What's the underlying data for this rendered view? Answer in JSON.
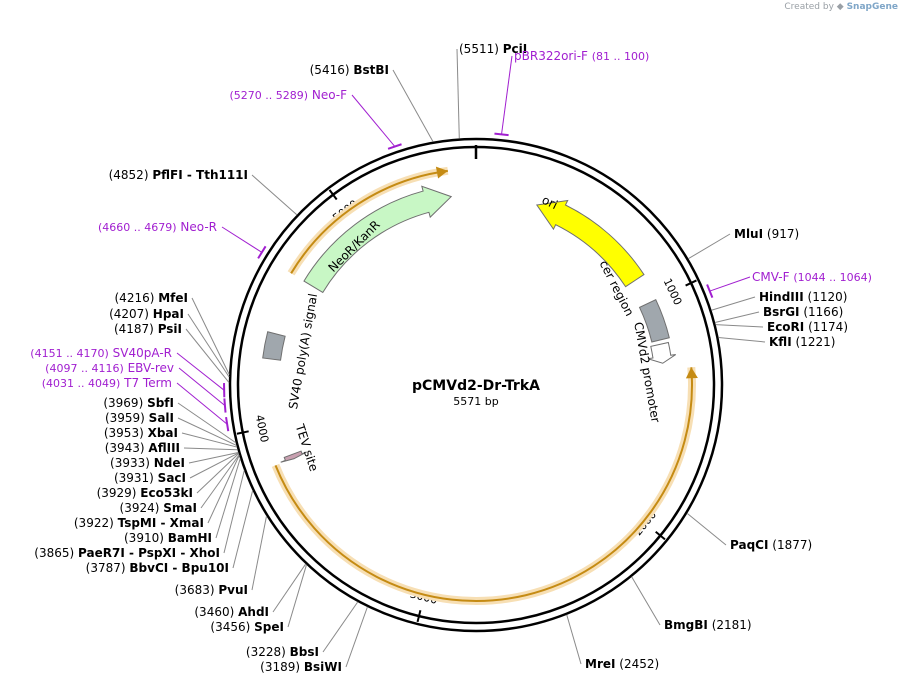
{
  "credit": {
    "prefix": "Created by",
    "brand": "SnapGene"
  },
  "plasmid": {
    "name": "pCMVd2-Dr-TrkA",
    "length_label": "5571 bp",
    "length": 5571
  },
  "ticks": [
    {
      "pos": 1000,
      "label": "1000"
    },
    {
      "pos": 2000,
      "label": "2000"
    },
    {
      "pos": 3000,
      "label": "3000"
    },
    {
      "pos": 4000,
      "label": "4000"
    },
    {
      "pos": 5000,
      "label": "5000"
    }
  ],
  "features": [
    {
      "id": "ori",
      "label": "ori",
      "start": 289,
      "end": 877,
      "dir": -1,
      "color": "#ffff00",
      "kind": "arrow"
    },
    {
      "id": "cer-region",
      "label": "cer region",
      "start": 1000,
      "end": 1180,
      "dir": 0,
      "color": "#a0a7ad",
      "kind": "box"
    },
    {
      "id": "cmvd2-promoter",
      "label": "CMVd2 promoter",
      "start": 1200,
      "end": 1290,
      "dir": 1,
      "color": "#ffffff",
      "kind": "arrow"
    },
    {
      "id": "neor-kanr",
      "label": "NeoR/KanR",
      "start": 4660,
      "end": 5455,
      "dir": 1,
      "color": "#c8f7c5",
      "kind": "arrow"
    },
    {
      "id": "sv40-polya",
      "label": "SV40 poly(A) signal",
      "start": 4290,
      "end": 4400,
      "dir": 0,
      "color": "#a0a7ad",
      "kind": "box"
    },
    {
      "id": "tev-site",
      "label": "TEV site",
      "start": 3837,
      "end": 3858,
      "dir": -1,
      "color": "#c8a0b0",
      "kind": "arrow"
    }
  ],
  "orange_arcs": [
    {
      "start": 1320,
      "end": 3840,
      "dir": -1
    },
    {
      "start": 4660,
      "end": 5455,
      "dir": 1
    }
  ],
  "primers": [
    {
      "label": "pBR322ori-F",
      "range": "(81 .. 100)",
      "pos": 90,
      "anchor": "end"
    },
    {
      "label": "Neo-F",
      "range": "(5270 .. 5289)",
      "pos": 5280,
      "anchor": "start"
    },
    {
      "label": "Neo-R",
      "range": "(4660 .. 4679)",
      "pos": 4670,
      "anchor": "start"
    },
    {
      "label": "CMV-F",
      "range": "(1044 .. 1064)",
      "pos": 1054,
      "anchor": "end"
    },
    {
      "label": "SV40pA-R",
      "range": "(4151 .. 4170)",
      "pos": 4160,
      "anchor": "start"
    },
    {
      "label": "EBV-rev",
      "range": "(4097 .. 4116)",
      "pos": 4106,
      "anchor": "start"
    },
    {
      "label": "T7 Term",
      "range": "(4031 .. 4049)",
      "pos": 4040,
      "anchor": "start"
    }
  ],
  "sites": [
    {
      "name": "PciI",
      "pos_label": "(5511)",
      "pos": 5511,
      "side": "top"
    },
    {
      "name": "BstBI",
      "pos_label": "(5416)",
      "pos": 5416,
      "side": "left"
    },
    {
      "name": "PflFI  - Tth111I",
      "pos_label": "(4852)",
      "pos": 4852,
      "side": "left"
    },
    {
      "name": "MfeI",
      "pos_label": "(4216)",
      "pos": 4216,
      "side": "left"
    },
    {
      "name": "HpaI",
      "pos_label": "(4207)",
      "pos": 4207,
      "side": "left"
    },
    {
      "name": "PsiI",
      "pos_label": "(4187)",
      "pos": 4187,
      "side": "left"
    },
    {
      "name": "SbfI",
      "pos_label": "(3969)",
      "pos": 3969,
      "side": "left"
    },
    {
      "name": "SalI",
      "pos_label": "(3959)",
      "pos": 3959,
      "side": "left"
    },
    {
      "name": "XbaI",
      "pos_label": "(3953)",
      "pos": 3953,
      "side": "left"
    },
    {
      "name": "AflIII",
      "pos_label": "(3943)",
      "pos": 3943,
      "side": "left"
    },
    {
      "name": "NdeI",
      "pos_label": "(3933)",
      "pos": 3933,
      "side": "left"
    },
    {
      "name": "SacI",
      "pos_label": "(3931)",
      "pos": 3931,
      "side": "left"
    },
    {
      "name": "Eco53kI",
      "pos_label": "(3929)",
      "pos": 3929,
      "side": "left"
    },
    {
      "name": "SmaI",
      "pos_label": "(3924)",
      "pos": 3924,
      "side": "left"
    },
    {
      "name": "TspMI  - XmaI",
      "pos_label": "(3922)",
      "pos": 3922,
      "side": "left"
    },
    {
      "name": "BamHI",
      "pos_label": "(3910)",
      "pos": 3910,
      "side": "left"
    },
    {
      "name": "PaeR7I  - PspXI  - XhoI",
      "pos_label": "(3865)",
      "pos": 3865,
      "side": "left"
    },
    {
      "name": "BbvCI  - Bpu10I",
      "pos_label": "(3787)",
      "pos": 3787,
      "side": "left"
    },
    {
      "name": "PvuI",
      "pos_label": "(3683)",
      "pos": 3683,
      "side": "left"
    },
    {
      "name": "AhdI",
      "pos_label": "(3460)",
      "pos": 3460,
      "side": "left"
    },
    {
      "name": "SpeI",
      "pos_label": "(3456)",
      "pos": 3456,
      "side": "left"
    },
    {
      "name": "BbsI",
      "pos_label": "(3228)",
      "pos": 3228,
      "side": "left"
    },
    {
      "name": "BsiWI",
      "pos_label": "(3189)",
      "pos": 3189,
      "side": "left"
    },
    {
      "name": "MluI",
      "pos_label": "(917)",
      "pos": 917,
      "side": "right"
    },
    {
      "name": "HindIII",
      "pos_label": "(1120)",
      "pos": 1120,
      "side": "right"
    },
    {
      "name": "BsrGI",
      "pos_label": "(1166)",
      "pos": 1166,
      "side": "right"
    },
    {
      "name": "EcoRI",
      "pos_label": "(1174)",
      "pos": 1174,
      "side": "right"
    },
    {
      "name": "KflI",
      "pos_label": "(1221)",
      "pos": 1221,
      "side": "right"
    },
    {
      "name": "PaqCI",
      "pos_label": "(1877)",
      "pos": 1877,
      "side": "right"
    },
    {
      "name": "BmgBI",
      "pos_label": "(2181)",
      "pos": 2181,
      "side": "right"
    },
    {
      "name": "MreI",
      "pos_label": "(2452)",
      "pos": 2452,
      "side": "right"
    }
  ]
}
